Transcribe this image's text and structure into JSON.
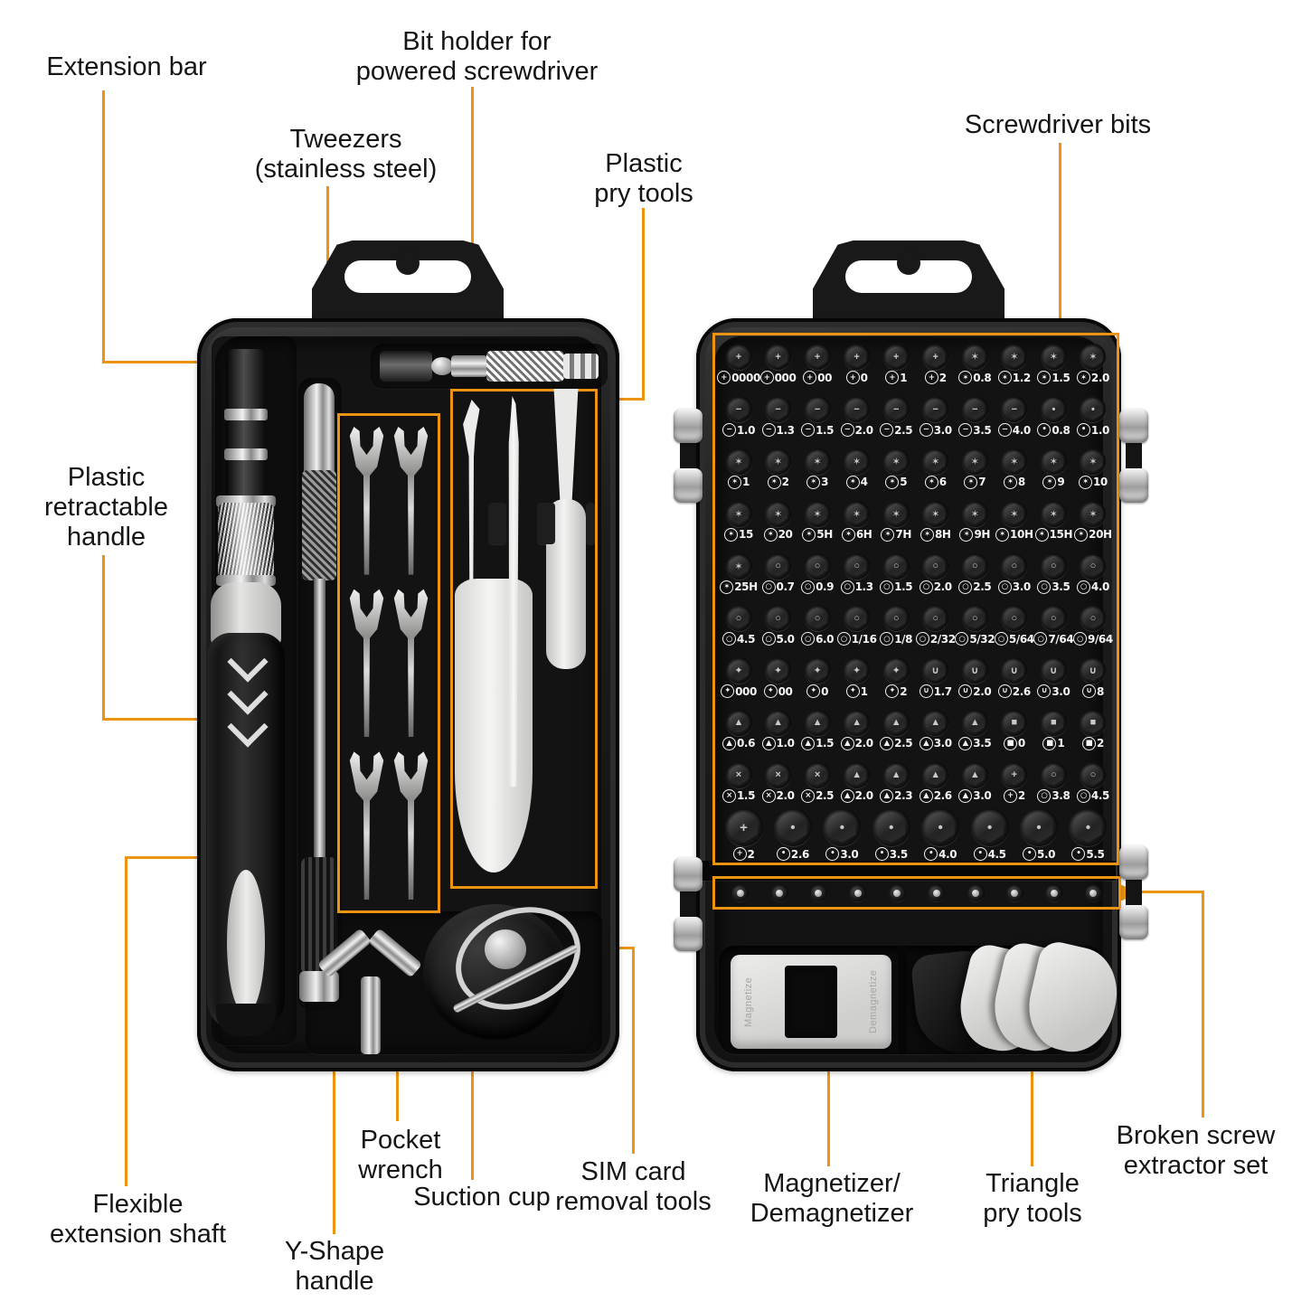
{
  "colors": {
    "accent": "#EA9412",
    "case_body": "#1d1d1d",
    "label_text": "#151515",
    "bit_label": "#f5f5f5"
  },
  "labels": {
    "extension_bar": "Extension bar",
    "bit_holder": "Bit holder for\npowered screwdriver",
    "tweezers": "Tweezers\n(stainless steel)",
    "plastic_pry": "Plastic\npry tools",
    "screwdriver_bits": "Screwdriver bits",
    "retractable_handle": "Plastic\nretractable\nhandle",
    "flexible_shaft": "Flexible\nextension shaft",
    "y_handle": "Y-Shape\nhandle",
    "pocket_wrench": "Pocket\nwrench",
    "suction_cup": "Suction cup",
    "sim_tools": "SIM card\nremoval tools",
    "magnetizer": "Magnetizer/\nDemagnetizer",
    "triangle_pry": "Triangle\npry tools",
    "extractor": "Broken screw\nextractor set"
  },
  "magnetizer_device": {
    "left_text": "Magnetize",
    "right_text": "Demagnetize"
  },
  "left_case": {
    "pocket_wrench_count": 6
  },
  "bit_grid": {
    "extractor_count": 10,
    "rows": [
      {
        "size": "normal",
        "cells": [
          {
            "s": "+",
            "v": "0000"
          },
          {
            "s": "+",
            "v": "000"
          },
          {
            "s": "+",
            "v": "00"
          },
          {
            "s": "+",
            "v": "0"
          },
          {
            "s": "+",
            "v": "1"
          },
          {
            "s": "+",
            "v": "2"
          },
          {
            "s": "✶",
            "v": "0.8"
          },
          {
            "s": "✶",
            "v": "1.2"
          },
          {
            "s": "✶",
            "v": "1.5"
          },
          {
            "s": "✶",
            "v": "2.0"
          }
        ]
      },
      {
        "size": "normal",
        "cells": [
          {
            "s": "−",
            "v": "1.0"
          },
          {
            "s": "−",
            "v": "1.3"
          },
          {
            "s": "−",
            "v": "1.5"
          },
          {
            "s": "−",
            "v": "2.0"
          },
          {
            "s": "−",
            "v": "2.5"
          },
          {
            "s": "−",
            "v": "3.0"
          },
          {
            "s": "−",
            "v": "3.5"
          },
          {
            "s": "−",
            "v": "4.0"
          },
          {
            "s": "•",
            "v": "0.8"
          },
          {
            "s": "•",
            "v": "1.0"
          }
        ]
      },
      {
        "size": "normal",
        "cells": [
          {
            "s": "✶",
            "v": "1"
          },
          {
            "s": "✶",
            "v": "2"
          },
          {
            "s": "✶",
            "v": "3"
          },
          {
            "s": "✶",
            "v": "4"
          },
          {
            "s": "✶",
            "v": "5"
          },
          {
            "s": "✶",
            "v": "6"
          },
          {
            "s": "✶",
            "v": "7"
          },
          {
            "s": "✶",
            "v": "8"
          },
          {
            "s": "✶",
            "v": "9"
          },
          {
            "s": "✶",
            "v": "10"
          }
        ]
      },
      {
        "size": "normal",
        "cells": [
          {
            "s": "✶",
            "v": "15"
          },
          {
            "s": "✶",
            "v": "20"
          },
          {
            "s": "✶",
            "v": "5H"
          },
          {
            "s": "✶",
            "v": "6H"
          },
          {
            "s": "✶",
            "v": "7H"
          },
          {
            "s": "✶",
            "v": "8H"
          },
          {
            "s": "✶",
            "v": "9H"
          },
          {
            "s": "✶",
            "v": "10H"
          },
          {
            "s": "✶",
            "v": "15H"
          },
          {
            "s": "✶",
            "v": "20H"
          }
        ]
      },
      {
        "size": "normal",
        "cells": [
          {
            "s": "✶",
            "v": "25H"
          },
          {
            "s": "○",
            "v": "0.7"
          },
          {
            "s": "○",
            "v": "0.9"
          },
          {
            "s": "○",
            "v": "1.3"
          },
          {
            "s": "○",
            "v": "1.5"
          },
          {
            "s": "○",
            "v": "2.0"
          },
          {
            "s": "○",
            "v": "2.5"
          },
          {
            "s": "○",
            "v": "3.0"
          },
          {
            "s": "○",
            "v": "3.5"
          },
          {
            "s": "○",
            "v": "4.0"
          }
        ]
      },
      {
        "size": "normal",
        "cells": [
          {
            "s": "○",
            "v": "4.5"
          },
          {
            "s": "○",
            "v": "5.0"
          },
          {
            "s": "○",
            "v": "6.0"
          },
          {
            "s": "○",
            "v": "1/16"
          },
          {
            "s": "○",
            "v": "1/8"
          },
          {
            "s": "○",
            "v": "2/32"
          },
          {
            "s": "○",
            "v": "5/32"
          },
          {
            "s": "○",
            "v": "5/64"
          },
          {
            "s": "○",
            "v": "7/64"
          },
          {
            "s": "○",
            "v": "9/64"
          }
        ]
      },
      {
        "size": "normal",
        "cells": [
          {
            "s": "✦",
            "v": "000"
          },
          {
            "s": "✦",
            "v": "00"
          },
          {
            "s": "✦",
            "v": "0"
          },
          {
            "s": "✦",
            "v": "1"
          },
          {
            "s": "✦",
            "v": "2"
          },
          {
            "s": "∪",
            "v": "1.7"
          },
          {
            "s": "∪",
            "v": "2.0"
          },
          {
            "s": "∪",
            "v": "2.6"
          },
          {
            "s": "∪",
            "v": "3.0"
          },
          {
            "s": "∪",
            "v": "8"
          }
        ]
      },
      {
        "size": "normal",
        "cells": [
          {
            "s": "▲",
            "v": "0.6"
          },
          {
            "s": "▲",
            "v": "1.0"
          },
          {
            "s": "▲",
            "v": "1.5"
          },
          {
            "s": "▲",
            "v": "2.0"
          },
          {
            "s": "▲",
            "v": "2.5"
          },
          {
            "s": "▲",
            "v": "3.0"
          },
          {
            "s": "▲",
            "v": "3.5"
          },
          {
            "s": "■",
            "v": "0"
          },
          {
            "s": "■",
            "v": "1"
          },
          {
            "s": "■",
            "v": "2"
          }
        ]
      },
      {
        "size": "normal",
        "cells": [
          {
            "s": "×",
            "v": "1.5"
          },
          {
            "s": "×",
            "v": "2.0"
          },
          {
            "s": "×",
            "v": "2.5"
          },
          {
            "s": "▲",
            "v": "2.0"
          },
          {
            "s": "▲",
            "v": "2.3"
          },
          {
            "s": "▲",
            "v": "2.6"
          },
          {
            "s": "▲",
            "v": "3.0"
          },
          {
            "s": "+",
            "v": "2"
          },
          {
            "s": "○",
            "v": "3.8"
          },
          {
            "s": "○",
            "v": "4.5"
          }
        ]
      },
      {
        "size": "large",
        "cells": [
          {
            "s": "+",
            "v": "2"
          },
          {
            "s": "•",
            "v": "2.6"
          },
          {
            "s": "•",
            "v": "3.0"
          },
          {
            "s": "•",
            "v": "3.5"
          },
          {
            "s": "•",
            "v": "4.0"
          },
          {
            "s": "•",
            "v": "4.5"
          },
          {
            "s": "•",
            "v": "5.0"
          },
          {
            "s": "•",
            "v": "5.5"
          }
        ]
      }
    ]
  }
}
